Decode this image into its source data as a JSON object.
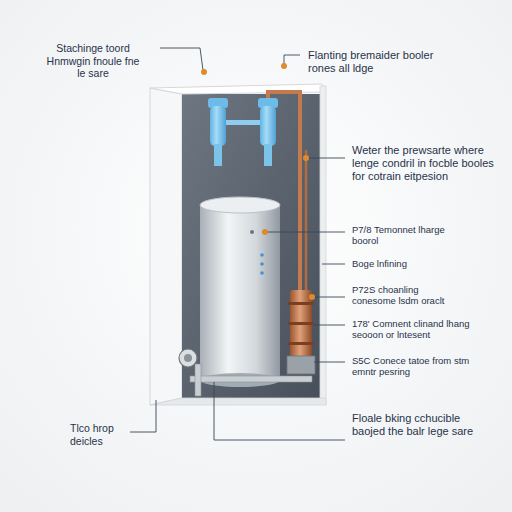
{
  "diagram": {
    "labels": [
      "Stachinge toord Hnmwgin fnoule fne le sare",
      "Flanting bremaider booler rones all ldge",
      "Weter the prewsarte where lenge condril in focble booles for cotrain eitpesion",
      "P7/8 Temonnet lharge boorol",
      "Boge lnfining",
      "P72S choanling conesome lsdm oraclt",
      "178' Comnent clinand lhang seooon or lntesent",
      "S5C Conece tatoe from stm emntr pesring",
      "Tlco hrop deicles",
      "Floale bking cchucible baojed the balr lege sare"
    ]
  }
}
